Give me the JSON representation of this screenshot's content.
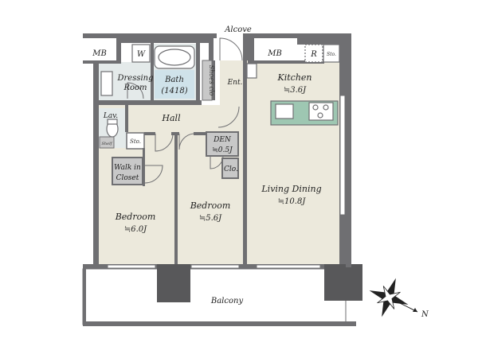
{
  "rooms": {
    "alcove": "Alcove",
    "mb_left": "MB",
    "mb_right": "MB",
    "w": "W",
    "r": "R",
    "sto_top": "Sto.",
    "sto_closet": "Sto.",
    "dressing_1": "Dressing",
    "dressing_2": "Room",
    "bath_1": "Bath",
    "bath_2": "(1418)",
    "shoes": "Shoes clo",
    "ent": "Ent.",
    "kitchen": "Kitchen",
    "kitchen_size": "≒3.6J",
    "hall": "Hall",
    "lav": "Lav.",
    "shelf": "Shelf",
    "den": "DEN",
    "den_size": "≒0.5J",
    "clo": "Clo.",
    "walkin_1": "Walk in",
    "walkin_2": "Closet",
    "living": "Living Dining",
    "living_size": "≒10.8J",
    "bedroom1": "Bedroom",
    "bedroom1_size": "≒6.0J",
    "bedroom2": "Bedroom",
    "bedroom2_size": "≒5.6J",
    "balcony": "Balcony"
  },
  "compass": {
    "north": "N"
  },
  "colors": {
    "wall": "#6f6f72",
    "floor": "#ece9dc",
    "wet_area": "#e4eaea",
    "blue_tile": "#cfe2ea",
    "closet": "#c8c8c8",
    "pillar": "#58585a",
    "kitchen_counter": "#9ec7b2"
  }
}
